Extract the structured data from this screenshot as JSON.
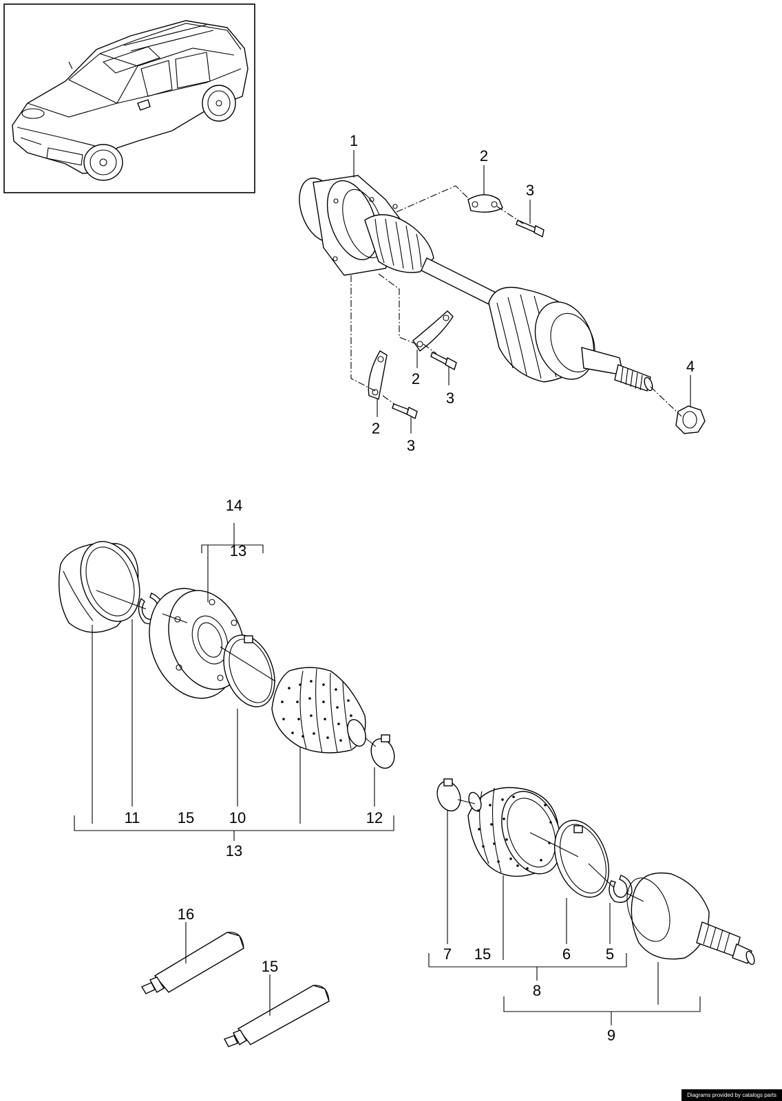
{
  "callouts": {
    "c1": "1",
    "c2a": "2",
    "c2b": "2",
    "c2c": "2",
    "c3a": "3",
    "c3b": "3",
    "c3c": "3",
    "c4": "4",
    "c5": "5",
    "c6": "6",
    "c7": "7",
    "c8": "8",
    "c9": "9",
    "c10": "10",
    "c11": "11",
    "c12": "12",
    "c13top": "13",
    "c13bottom": "13",
    "c14": "14",
    "c15a": "15",
    "c15b": "15",
    "c15c": "15",
    "c16": "16"
  },
  "credit": "Diagrams provided by catalogs parts"
}
